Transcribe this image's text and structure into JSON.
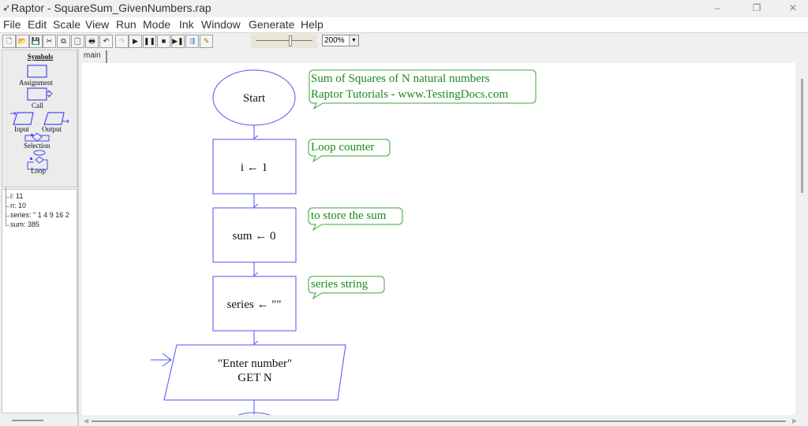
{
  "window": {
    "title": "Raptor - SquareSum_GivenNumbers.rap",
    "app_icon": "raptor-icon",
    "controls": {
      "minimize": "–",
      "maximize": "❐",
      "close": "✕"
    }
  },
  "menu": {
    "items": [
      "File",
      "Edit",
      "Scale",
      "View",
      "Run",
      "Mode",
      "Ink",
      "Window",
      "Generate",
      "Help"
    ]
  },
  "toolbar": {
    "buttons": [
      {
        "name": "new-file",
        "glyph": "🗋"
      },
      {
        "name": "open-file",
        "glyph": "📂"
      },
      {
        "name": "save",
        "glyph": "💾"
      },
      {
        "name": "cut",
        "glyph": "✂"
      },
      {
        "name": "copy",
        "glyph": "⧉"
      },
      {
        "name": "paste",
        "glyph": "📋"
      },
      {
        "name": "print",
        "glyph": "🖶"
      },
      {
        "name": "undo",
        "glyph": "↶"
      },
      {
        "name": "redo",
        "glyph": "↷"
      },
      {
        "name": "run",
        "glyph": "▶"
      },
      {
        "name": "pause",
        "glyph": "❚❚"
      },
      {
        "name": "stop",
        "glyph": "■"
      },
      {
        "name": "step",
        "glyph": "▶❚"
      },
      {
        "name": "test-server",
        "glyph": "⇶"
      },
      {
        "name": "ink-pen",
        "glyph": "✎"
      }
    ],
    "zoom_level": "200%",
    "speed_slider_position": 0.62
  },
  "symbols_panel": {
    "title": "Symbols",
    "items": {
      "assignment": "Assignment",
      "call": "Call",
      "input": "Input",
      "output": "Output",
      "selection": "Selection",
      "loop": "Loop"
    }
  },
  "watch_panel": {
    "variables": [
      {
        "text": "i: 11"
      },
      {
        "text": "n: 10"
      },
      {
        "text": "series: \" 1 4 9 16 2"
      },
      {
        "text": "sum: 385"
      }
    ]
  },
  "tabs": [
    {
      "label": "main"
    }
  ],
  "flowchart": {
    "start": "Start",
    "steps": [
      {
        "type": "assignment",
        "text": "i ← 1",
        "comment": "Loop counter"
      },
      {
        "type": "assignment",
        "text": "sum ← 0",
        "comment": "to store the sum"
      },
      {
        "type": "assignment",
        "text": "series ← \"\"",
        "comment": "series string"
      },
      {
        "type": "input",
        "prompt": "\"Enter number\"",
        "text": "GET N"
      }
    ],
    "header_comment": {
      "line1": "Sum of Squares of N natural numbers",
      "line2": "Raptor Tutorials - www.TestingDocs.com"
    },
    "colors": {
      "shape_stroke": "#5050f0",
      "comment_stroke": "#3aa33a",
      "comment_text": "#1a8a1a"
    }
  }
}
